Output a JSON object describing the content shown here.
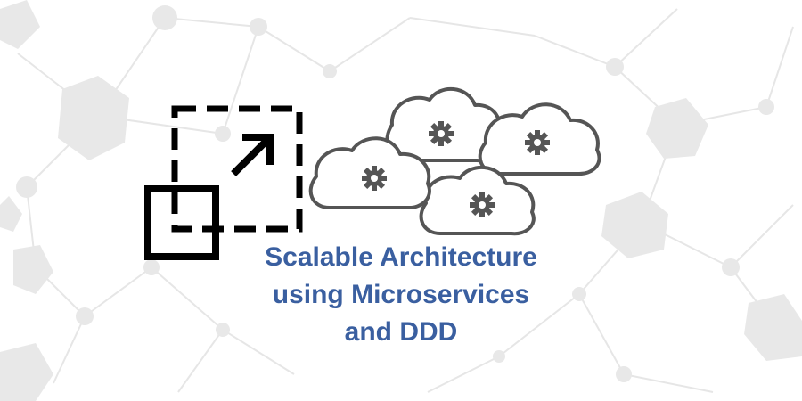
{
  "title": {
    "lines": [
      "Scalable Architecture",
      "using Microservices",
      "and DDD"
    ]
  },
  "colors": {
    "title": "#3a5fa0",
    "icon_stroke": "#000000",
    "cloud_stroke": "#555555",
    "network_line": "#e6e6e6",
    "network_node": "#e8e8e8"
  },
  "icons": {
    "scale": "resize-arrow-icon",
    "clouds": "cloud-gear-icon"
  }
}
